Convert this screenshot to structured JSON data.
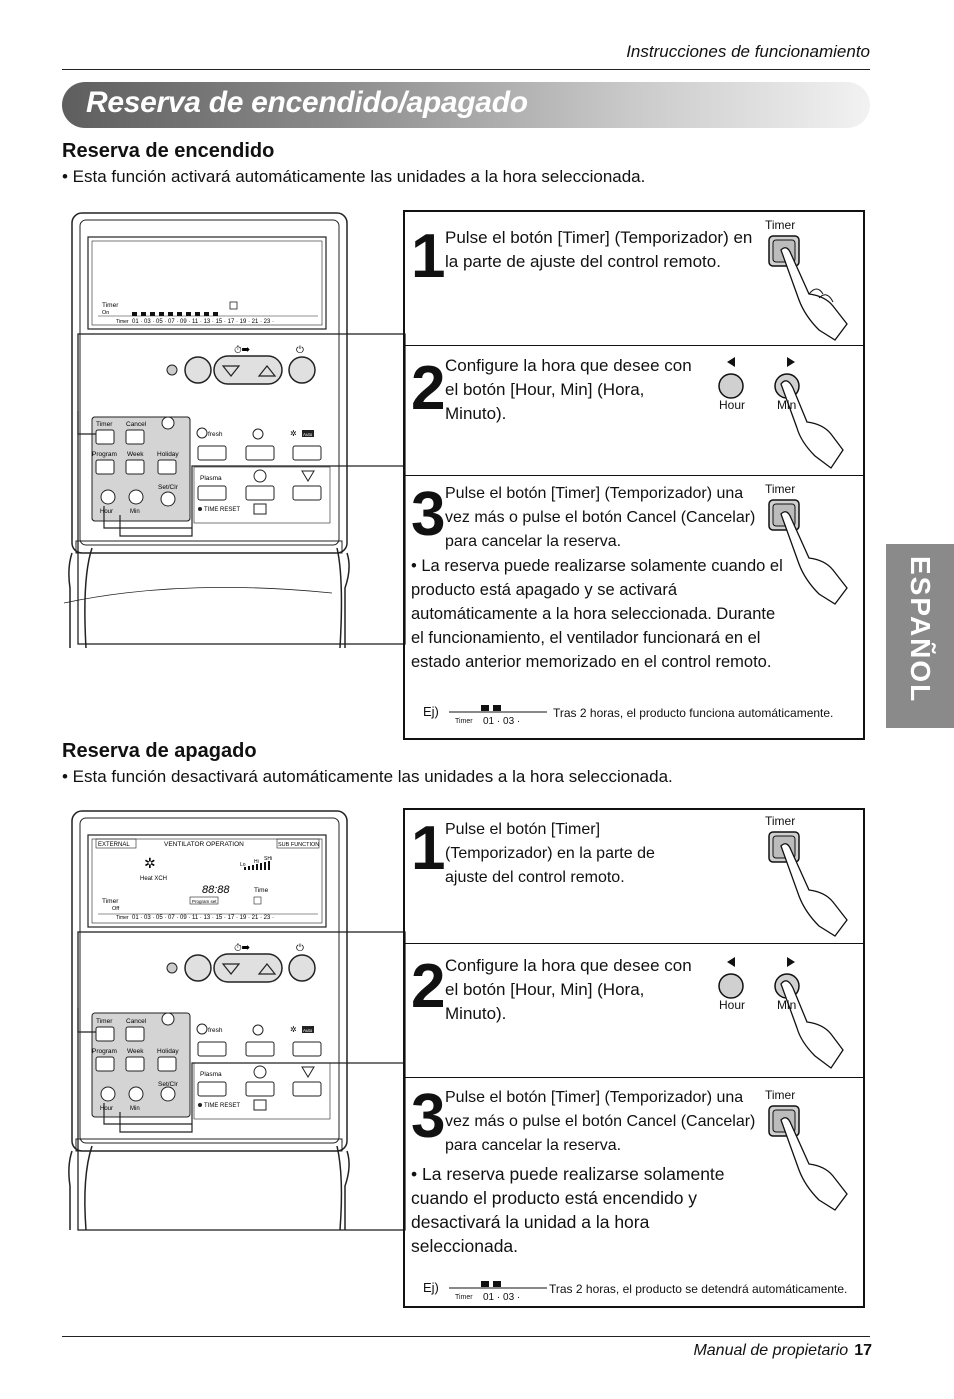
{
  "header": {
    "title": "Instrucciones de funcionamiento"
  },
  "banner": {
    "title": "Reserva de encendido/apagado"
  },
  "side_tab": {
    "label": "ESPAÑOL"
  },
  "on_section": {
    "title": "Reserva de encendido",
    "desc": "• Esta función activará automáticamente las unidades a la hora seleccionada.",
    "steps": [
      {
        "num": "1",
        "text": "Pulse el botón [Timer] (Temporizador) en la parte de ajuste del control remoto."
      },
      {
        "num": "2",
        "text": "Configure la hora que desee con el botón [Hour, Min] (Hora, Minuto)."
      },
      {
        "num": "3",
        "text": "Pulse el botón [Timer] (Temporizador) una vez más o pulse el botón Cancel (Cancelar) para cancelar la reserva."
      }
    ],
    "note": "• La reserva puede realizarse solamente cuando el producto está apagado y se activará automáticamente a la hora seleccionada. Durante el funcionamiento, el ventilador funcionará en el estado anterior memorizado en el control remoto.",
    "example_label": "Ej)",
    "example_timer": "Timer",
    "example_digits": "01 · 03 ·",
    "example_text": "Tras 2 horas, el producto funciona automáticamente."
  },
  "off_section": {
    "title": "Reserva de apagado",
    "desc": "• Esta función desactivará automáticamente las unidades a la hora seleccionada.",
    "steps": [
      {
        "num": "1",
        "text": "Pulse el botón [Timer] (Temporizador) en la parte de ajuste del control remoto."
      },
      {
        "num": "2",
        "text": "Configure la hora que desee con el botón [Hour, Min] (Hora, Minuto)."
      },
      {
        "num": "3",
        "text": "Pulse el botón [Timer] (Temporizador) una vez más o pulse el botón Cancel (Cancelar) para cancelar la reserva."
      }
    ],
    "note": "• La reserva puede realizarse solamente cuando el producto está encendido y desactivará la unidad a la hora seleccionada.",
    "example_label": "Ej)",
    "example_timer": "Timer",
    "example_digits": "01 · 03 ·",
    "example_text": "Tras 2 horas, el producto se detendrá automáticamente."
  },
  "labels": {
    "timer": "Timer",
    "hour": "Hour",
    "min": "Min"
  },
  "remote": {
    "timer": "Timer",
    "cancel": "Cancel",
    "program": "Program",
    "week": "Week",
    "holiday": "Holiday",
    "set_clr": "Set/Clr",
    "hour": "Hour",
    "min": "Min",
    "plasma": "Plasma",
    "time_reset": "TIME RESET",
    "fresh": "fresh",
    "auto": "Auto",
    "lcd_timer": "Timer",
    "lcd_on": "On",
    "lcd_off": "Off",
    "lcd_hours": "01 · 03 · 05 · 07 · 09 · 11 · 13 · 15 · 17 · 19 · 21 · 23 ·",
    "lcd_external": "EXTERNAL",
    "lcd_ventilator": "VENTILATOR OPERATION",
    "lcd_sub": "SUB FUNCTION",
    "lcd_heat": "Heat XCH",
    "lcd_clock": "88:88",
    "lcd_time": "Time",
    "lcd_program": "Program set",
    "lcd_lo": "Lo",
    "lcd_hi": "Hi",
    "lcd_shi": "SHi"
  },
  "footer": {
    "text": "Manual de propietario",
    "page": "17"
  }
}
